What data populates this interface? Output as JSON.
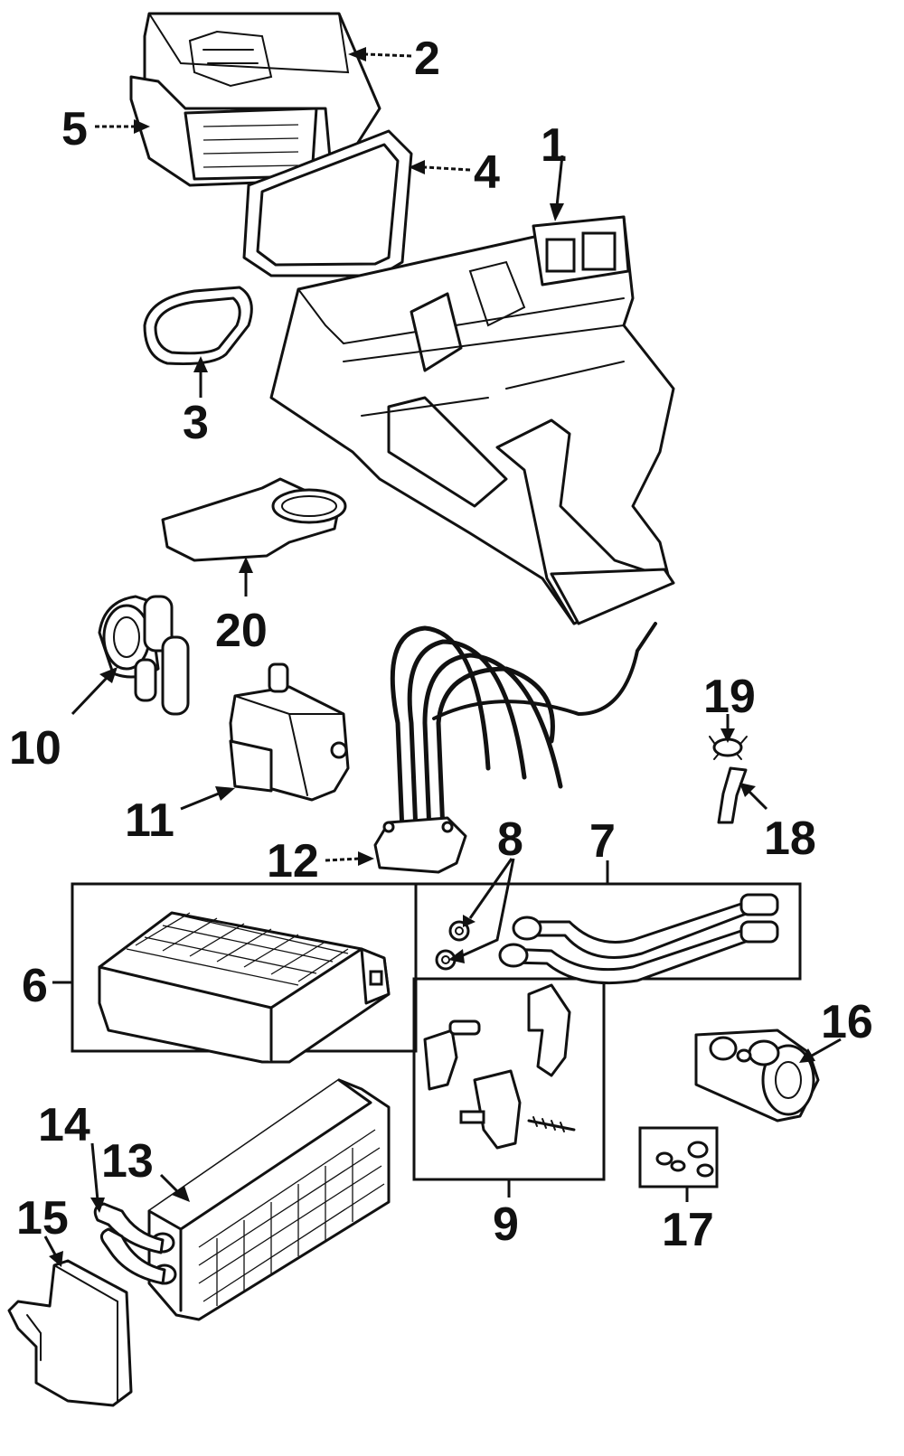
{
  "callouts": [
    "1",
    "2",
    "3",
    "4",
    "5",
    "6",
    "7",
    "8",
    "9",
    "10",
    "11",
    "12",
    "13",
    "14",
    "15",
    "16",
    "17",
    "18",
    "19",
    "20"
  ],
  "colors": {
    "ink": "#111111",
    "background": "#ffffff"
  },
  "icon_names": [
    "heater-housing",
    "blower-housing",
    "seal-ring",
    "gasket",
    "blower-cover",
    "heater-core",
    "heater-tube",
    "o-ring-seal",
    "bracket-set",
    "water-valve",
    "actuator",
    "control-cable",
    "rear-heater-core",
    "rear-tube",
    "rear-cover",
    "expansion-valve",
    "seal-kit",
    "drain-hose",
    "clip",
    "air-duct"
  ]
}
